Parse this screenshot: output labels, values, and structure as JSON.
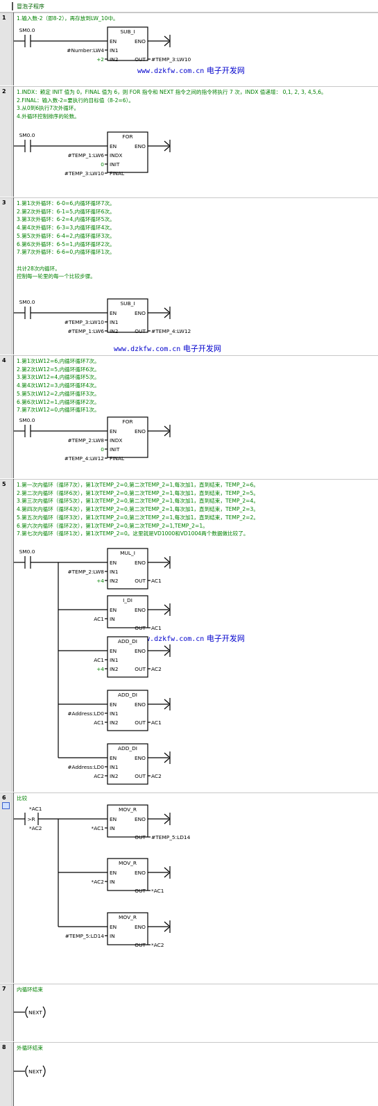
{
  "title": "冒泡子程序",
  "watermark": {
    "url": "www.dzkfw.com.cn",
    "site": "电子开发网"
  },
  "networks": [
    {
      "num": "1",
      "comments": [
        "1.输入数-2（即8-2），再存放到LW_10中。"
      ]
    },
    {
      "num": "2",
      "comments": [
        "1.INDX：赖定 INIT 值为 0，FINAL 值为 6，则 FOR 指令和 NEXT 指令之间的指令将执行 7 次，INDX 值递增： 0,1, 2, 3, 4,5,6。",
        "2.FINAL：输入数-2=要执行的目标值（8-2=6）。",
        "3.从0到6执行7次外循环。",
        "4.外循环控制排序的轮数。"
      ]
    },
    {
      "num": "3",
      "comments": [
        "1.第1次外循环：6-0=6,内循环循环7次。",
        "2.第2次外循环：6-1=5,内循环循环6次。",
        "3.第3次外循环：6-2=4,内循环循环5次。",
        "4.第4次外循环：6-3=3,内循环循环4次。",
        "5.第5次外循环：6-4=2,内循环循环3次。",
        "6.第6次外循环：6-5=1,内循环循环2次。",
        "7.第7次外循环：6-6=0,内循环循环1次。",
        "",
        "共计28次内循环。",
        "控制每一轮里的每一个比较步骤。"
      ]
    },
    {
      "num": "4",
      "comments": [
        "1.第1次LW12=6,内循环循环7次。",
        "2.第2次LW12=5,内循环循环6次。",
        "3.第3次LW12=4,内循环循环5次。",
        "4.第4次LW12=3,内循环循环4次。",
        "5.第5次LW12=2,内循环循环3次。",
        "6.第6次LW12=1,内循环循环2次。",
        "7.第7次LW12=0,内循环循环1次。"
      ]
    },
    {
      "num": "5",
      "comments": [
        "1.第一次内循环（循环7次），第1次TEMP_2=0,第二次TEMP_2=1,每次加1，直到结束，TEMP_2=6。",
        "2.第二次内循环（循环6次），第1次TEMP_2=0,第二次TEMP_2=1,每次加1，直到结束，TEMP_2=5。",
        "3.第三次内循环（循环5次），第1次TEMP_2=0,第二次TEMP_2=1,每次加1，直到结束，TEMP_2=4。",
        "4.第四次内循环（循环4次），第1次TEMP_2=0,第二次TEMP_2=1,每次加1，直到结束，TEMP_2=3。",
        "5.第五次内循环（循环3次），第1次TEMP_2=0,第二次TEMP_2=1,每次加1，直到结束，TEMP_2=2。",
        "6.第六次内循环（循环2次），第1次TEMP_2=0,第二次TEMP_2=1,TEMP_2=1。",
        "7.第七次内循环（循环1次），第1次TEMP_2=0。这里就是VD1000和VD1004两个数据做比较了。"
      ]
    },
    {
      "num": "6",
      "comments": [
        "比较"
      ]
    },
    {
      "num": "7",
      "comments": [
        "内循环结束"
      ]
    },
    {
      "num": "8",
      "comments": [
        "外循环结束"
      ]
    }
  ],
  "contacts": {
    "sm0": "SM0.0",
    "cmp_in1": "*AC1",
    "cmp_op": ">R",
    "cmp_in2": "*AC2"
  },
  "boxes": [
    {
      "name": "SUB_I",
      "pins": [
        {
          "label": "EN"
        },
        {
          "label": "IN1",
          "operand": "#Number:LW4"
        },
        {
          "label": "IN2",
          "operand": "+2"
        }
      ],
      "outs": [
        {
          "label": "ENO"
        },
        {
          "label": "OUT",
          "operand": "#TEMP_3:LW10"
        }
      ]
    },
    {
      "name": "FOR",
      "pins": [
        {
          "label": "EN"
        },
        {
          "label": "INDX",
          "operand": "#TEMP_1:LW6"
        },
        {
          "label": "INIT",
          "operand": "0"
        },
        {
          "label": "FINAL",
          "operand": "#TEMP_3:LW10"
        }
      ],
      "outs": [
        {
          "label": "ENO"
        }
      ]
    },
    {
      "name": "SUB_I",
      "pins": [
        {
          "label": "EN"
        },
        {
          "label": "IN1",
          "operand": "#TEMP_3:LW10"
        },
        {
          "label": "IN2",
          "operand": "#TEMP_1:LW6"
        }
      ],
      "outs": [
        {
          "label": "ENO"
        },
        {
          "label": "OUT",
          "operand": "#TEMP_4:LW12"
        }
      ]
    },
    {
      "name": "FOR",
      "pins": [
        {
          "label": "EN"
        },
        {
          "label": "INDX",
          "operand": "#TEMP_2:LW8"
        },
        {
          "label": "INIT",
          "operand": "0"
        },
        {
          "label": "FINAL",
          "operand": "#TEMP_4:LW12"
        }
      ],
      "outs": [
        {
          "label": "ENO"
        }
      ]
    },
    {
      "name": "MUL_I",
      "pins": [
        {
          "label": "EN"
        },
        {
          "label": "IN1",
          "operand": "#TEMP_2:LW8"
        },
        {
          "label": "IN2",
          "operand": "+4"
        }
      ],
      "outs": [
        {
          "label": "ENO"
        },
        {
          "label": "OUT",
          "operand": "AC1"
        }
      ]
    },
    {
      "name": "I_DI",
      "pins": [
        {
          "label": "EN"
        },
        {
          "label": "IN",
          "operand": "AC1"
        }
      ],
      "outs": [
        {
          "label": "ENO"
        },
        {
          "label": "OUT",
          "operand": "AC1"
        }
      ]
    },
    {
      "name": "ADD_DI",
      "pins": [
        {
          "label": "EN"
        },
        {
          "label": "IN1",
          "operand": "AC1"
        },
        {
          "label": "IN2",
          "operand": "+4"
        }
      ],
      "outs": [
        {
          "label": "ENO"
        },
        {
          "label": "OUT",
          "operand": "AC2"
        }
      ]
    },
    {
      "name": "ADD_DI",
      "pins": [
        {
          "label": "EN"
        },
        {
          "label": "IN1",
          "operand": "#Address:LD0"
        },
        {
          "label": "IN2",
          "operand": "AC1"
        }
      ],
      "outs": [
        {
          "label": "ENO"
        },
        {
          "label": "OUT",
          "operand": "AC1"
        }
      ]
    },
    {
      "name": "ADD_DI",
      "pins": [
        {
          "label": "EN"
        },
        {
          "label": "IN1",
          "operand": "#Address:LD0"
        },
        {
          "label": "IN2",
          "operand": "AC2"
        }
      ],
      "outs": [
        {
          "label": "ENO"
        },
        {
          "label": "OUT",
          "operand": "AC2"
        }
      ]
    },
    {
      "name": "MOV_R",
      "pins": [
        {
          "label": "EN"
        },
        {
          "label": "IN",
          "operand": "*AC1"
        }
      ],
      "outs": [
        {
          "label": "ENO"
        },
        {
          "label": "OUT",
          "operand": "#TEMP_5:LD14"
        }
      ]
    },
    {
      "name": "MOV_R",
      "pins": [
        {
          "label": "EN"
        },
        {
          "label": "IN",
          "operand": "*AC2"
        }
      ],
      "outs": [
        {
          "label": "ENO"
        },
        {
          "label": "OUT",
          "operand": "*AC1"
        }
      ]
    },
    {
      "name": "MOV_R",
      "pins": [
        {
          "label": "EN"
        },
        {
          "label": "IN",
          "operand": "#TEMP_5:LD14"
        }
      ],
      "outs": [
        {
          "label": "ENO"
        },
        {
          "label": "OUT",
          "operand": "*AC2"
        }
      ]
    }
  ],
  "coils": {
    "next": "NEXT"
  },
  "colors": {
    "comment": "#008000",
    "watermark": "#0000cc",
    "constant": "#008000"
  }
}
